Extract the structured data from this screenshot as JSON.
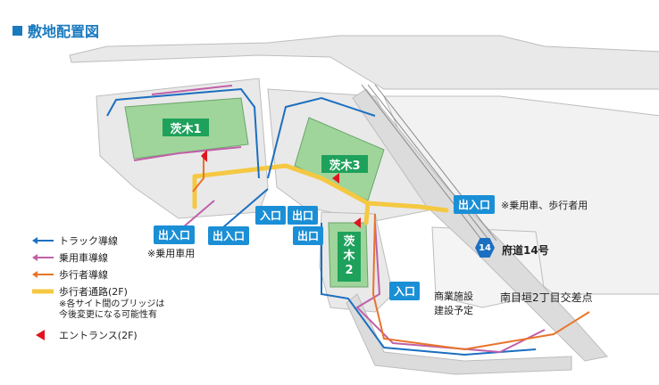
{
  "title": "敷地配置図",
  "buildings": {
    "b1": "茨木1",
    "b2_line1": "茨",
    "b2_line2": "木",
    "b2_line3": "2",
    "b3": "茨木3"
  },
  "gates": {
    "right_entry_exit": "出入口",
    "right_entry_exit_note": "※乗用車、歩行者用",
    "bottom_entry_exit_1": "出入口",
    "bottom_entry_exit_1_note": "※乗用車用",
    "bottom_entry_exit_2": "出入口",
    "entry_1": "入口",
    "exit_1": "出口",
    "exit_2": "出口",
    "entry_2": "入口"
  },
  "roads": {
    "route_number": "14",
    "route_name": "府道14号",
    "intersection": "南目垣2丁目交差点",
    "planned_line1": "商業施設",
    "planned_line2": "建設予定"
  },
  "legend": {
    "truck": "トラック導線",
    "car": "乗用車導線",
    "pedestrian": "歩行者導線",
    "walkway": "歩行者通路(2F)",
    "walkway_note_line1": "※各サイト間のブリッジは",
    "walkway_note_line2": "今後変更になる可能性有",
    "entrance": "エントランス(2F)"
  },
  "colors": {
    "truck": "#1b6fc0",
    "car": "#c060a8",
    "pedestrian": "#e8742a",
    "walkway": "#f5c842",
    "entrance": "#e0141e",
    "building": "#9fd59a",
    "label_green": "#1ea15b",
    "gate_blue": "#1b8fd6",
    "title_blue": "#1a7ac0"
  }
}
